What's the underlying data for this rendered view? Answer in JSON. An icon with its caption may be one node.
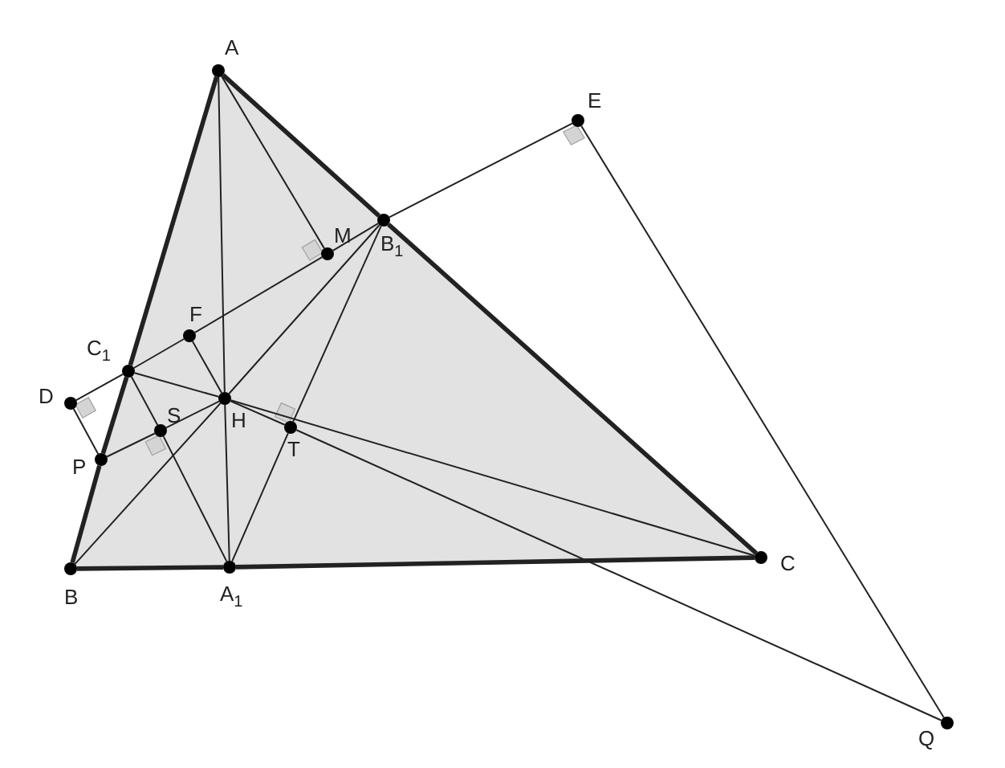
{
  "diagram": {
    "nodes": [
      {
        "text": [
          "A"
        ]
      },
      {
        "text": [
          "B"
        ]
      },
      {
        "text": [
          "C"
        ]
      },
      {
        "text": [
          "A$_{1}$"
        ]
      },
      {
        "text": [
          "B$_{1}$"
        ]
      },
      {
        "text": [
          "C$_{1}$"
        ]
      },
      {
        "text": [
          "H"
        ]
      },
      {
        "text": [
          "M"
        ]
      },
      {
        "text": [
          "E"
        ]
      },
      {
        "text": [
          "F"
        ]
      },
      {
        "text": [
          "D"
        ]
      },
      {
        "text": [
          "P"
        ]
      },
      {
        "text": [
          "S"
        ]
      },
      {
        "text": [
          "T"
        ]
      },
      {
        "text": [
          "Q"
        ]
      }
    ],
    "edges": [
      {
        "from": 0,
        "to": 5,
        "arrow": "none",
        "style": "thick"
      },
      {
        "from": 5,
        "to": 11,
        "arrow": "none",
        "style": "thick"
      },
      {
        "from": 11,
        "to": 1,
        "arrow": "none",
        "style": "thick"
      },
      {
        "from": 0,
        "to": 4,
        "arrow": "none",
        "style": "thick"
      },
      {
        "from": 4,
        "to": 2,
        "arrow": "none",
        "style": "thick"
      },
      {
        "from": 1,
        "to": 3,
        "arrow": "none",
        "style": "thick"
      },
      {
        "from": 3,
        "to": 2,
        "arrow": "none",
        "style": "thick"
      },
      {
        "from": 0,
        "to": 6,
        "arrow": "none"
      },
      {
        "from": 6,
        "to": 3,
        "arrow": "none"
      },
      {
        "from": 1,
        "to": 6,
        "arrow": "none"
      },
      {
        "from": 6,
        "to": 4,
        "arrow": "none"
      },
      {
        "from": 5,
        "to": 6,
        "arrow": "none"
      },
      {
        "from": 6,
        "to": 2,
        "arrow": "none"
      },
      {
        "from": 10,
        "to": 5,
        "arrow": "none"
      },
      {
        "from": 5,
        "to": 9,
        "arrow": "none"
      },
      {
        "from": 9,
        "to": 7,
        "arrow": "none"
      },
      {
        "from": 7,
        "to": 4,
        "arrow": "none"
      },
      {
        "from": 4,
        "to": 8,
        "arrow": "none"
      },
      {
        "from": 0,
        "to": 7,
        "arrow": "none"
      },
      {
        "from": 9,
        "to": 6,
        "arrow": "none"
      },
      {
        "from": 3,
        "to": 13,
        "arrow": "none"
      },
      {
        "from": 13,
        "to": 4,
        "arrow": "none"
      },
      {
        "from": 5,
        "to": 12,
        "arrow": "none"
      },
      {
        "from": 12,
        "to": 3,
        "arrow": "none"
      },
      {
        "from": 10,
        "to": 11,
        "arrow": "none"
      },
      {
        "from": 11,
        "to": 12,
        "arrow": "none"
      },
      {
        "from": 12,
        "to": 6,
        "arrow": "none"
      },
      {
        "from": 6,
        "to": 13,
        "arrow": "none"
      },
      {
        "from": 13,
        "to": 14,
        "arrow": "none"
      },
      {
        "from": 8,
        "to": 14,
        "arrow": "none"
      }
    ]
  }
}
